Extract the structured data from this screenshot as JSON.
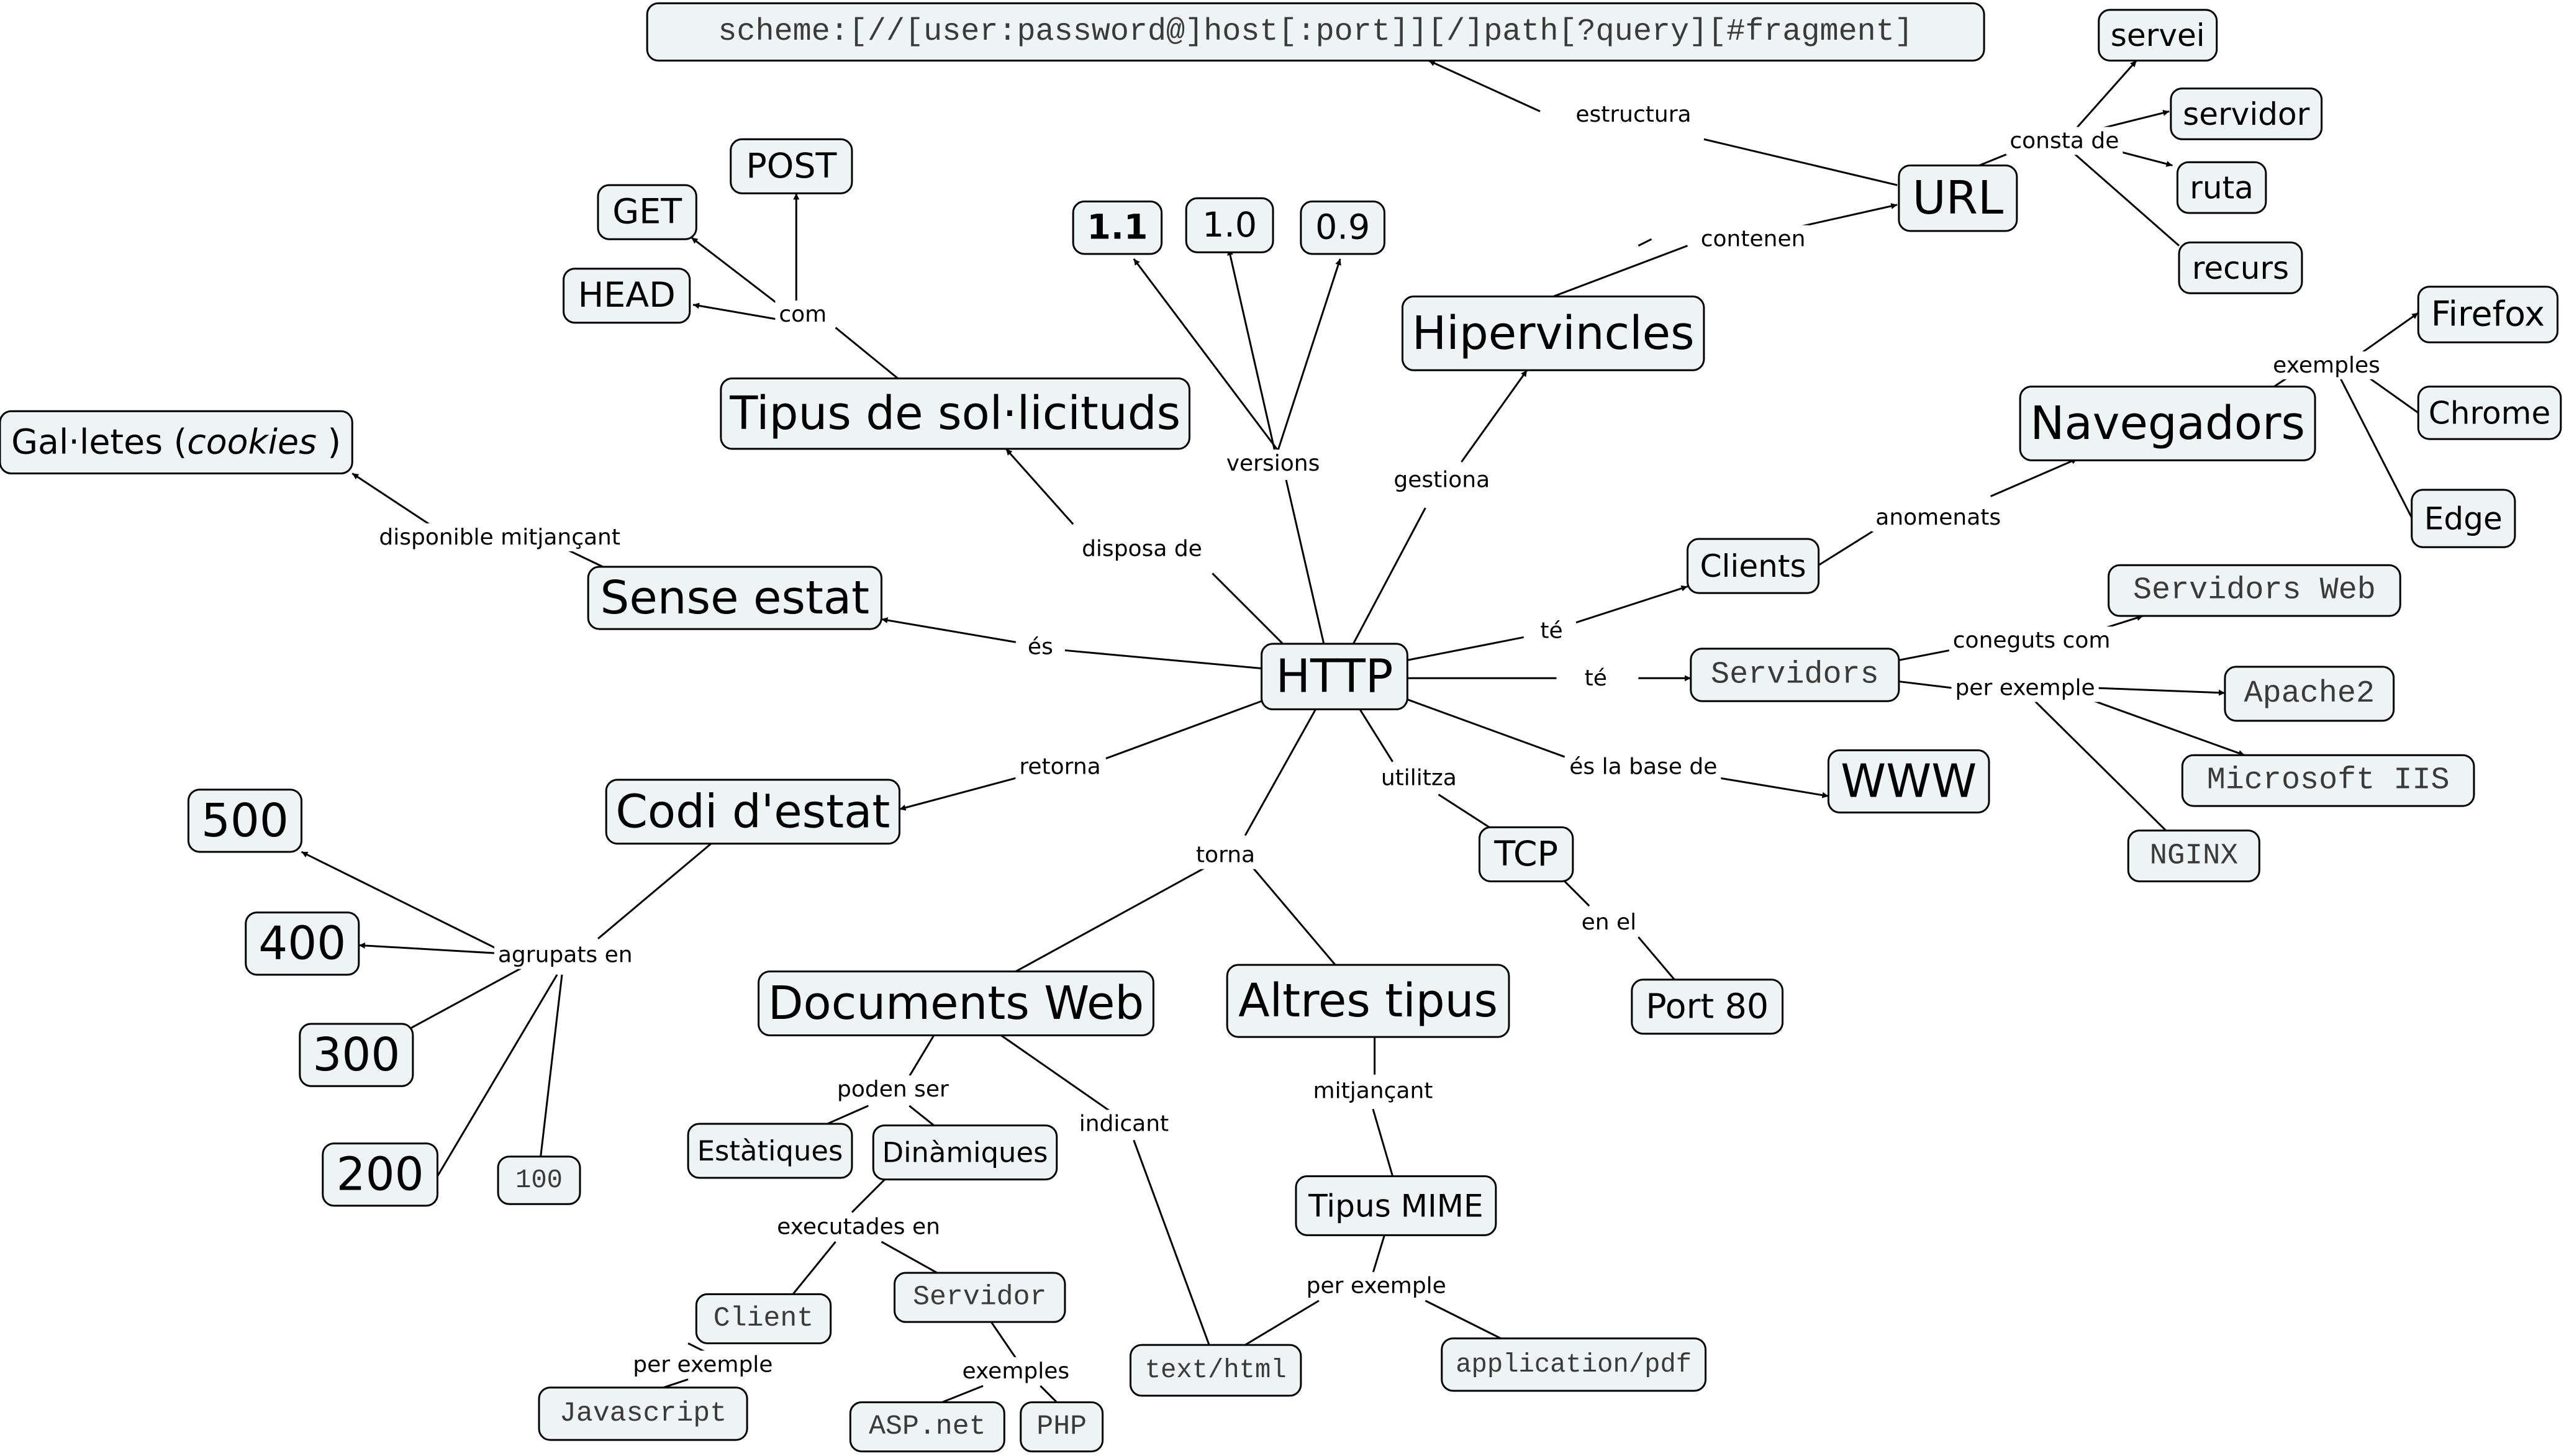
{
  "concept_map": {
    "nodes": {
      "http": "HTTP",
      "url_scheme": "scheme:[//[user:password@]host[:port]][/]path[?query][#fragment]",
      "url": "URL",
      "servei": "servei",
      "servidor_url": "servidor",
      "ruta": "ruta",
      "recurs": "recurs",
      "hipervincles": "Hipervincles",
      "v11": "1.1",
      "v10": "1.0",
      "v09": "0.9",
      "get": "GET",
      "post": "POST",
      "head": "HEAD",
      "tipus_sol": "Tipus de sol·licituds",
      "galetes": "Gal·letes (cookies )",
      "sense_estat": "Sense estat",
      "navegadors": "Navegadors",
      "firefox": "Firefox",
      "chrome": "Chrome",
      "edge_browser": "Edge",
      "clients": "Clients",
      "servidors": "Servidors",
      "servidors_web": "Servidors Web",
      "apache2": "Apache2",
      "microsoft_iis": "Microsoft IIS",
      "nginx": "NGINX",
      "www": "WWW",
      "codi_estat": "Codi d'estat",
      "c500": "500",
      "c400": "400",
      "c300": "300",
      "c200": "200",
      "c100": "100",
      "tcp": "TCP",
      "port80": "Port 80",
      "documents_web": "Documents Web",
      "altres_tipus": "Altres tipus",
      "estatiques": "Estàtiques",
      "dinamiques": "Dinàmiques",
      "client_exec": "Client",
      "servidor_exec": "Servidor",
      "javascript": "Javascript",
      "aspnet": "ASP.net",
      "php": "PHP",
      "text_html": "text/html",
      "tipus_mime": "Tipus MIME",
      "app_pdf": "application/pdf"
    },
    "links": {
      "estructura": "estructura",
      "consta_de": "consta de",
      "contenen": "contenen",
      "gestiona": "gestiona",
      "versions": "versions",
      "com": "com",
      "disposa_de": "disposa de",
      "disponible": "disponible mitjançant",
      "es": "és",
      "te_clients": "té",
      "te_servidors": "té",
      "anomenats": "anomenats",
      "exemples_nav": "exemples",
      "coneguts_com": "coneguts com",
      "per_exemple_srv": "per exemple",
      "es_la_base": "és la base de",
      "retorna": "retorna",
      "agrupats_en": "agrupats en",
      "utilitza": "utilitza",
      "en_el": "en el",
      "torna": "torna",
      "poden_ser": "poden ser",
      "indicant": "indicant",
      "mitjancant": "mitjançant",
      "executades_en": "executades en",
      "per_exemple_client": "per exemple",
      "exemples_srv": "exemples",
      "per_exemple_mime": "per exemple"
    }
  }
}
